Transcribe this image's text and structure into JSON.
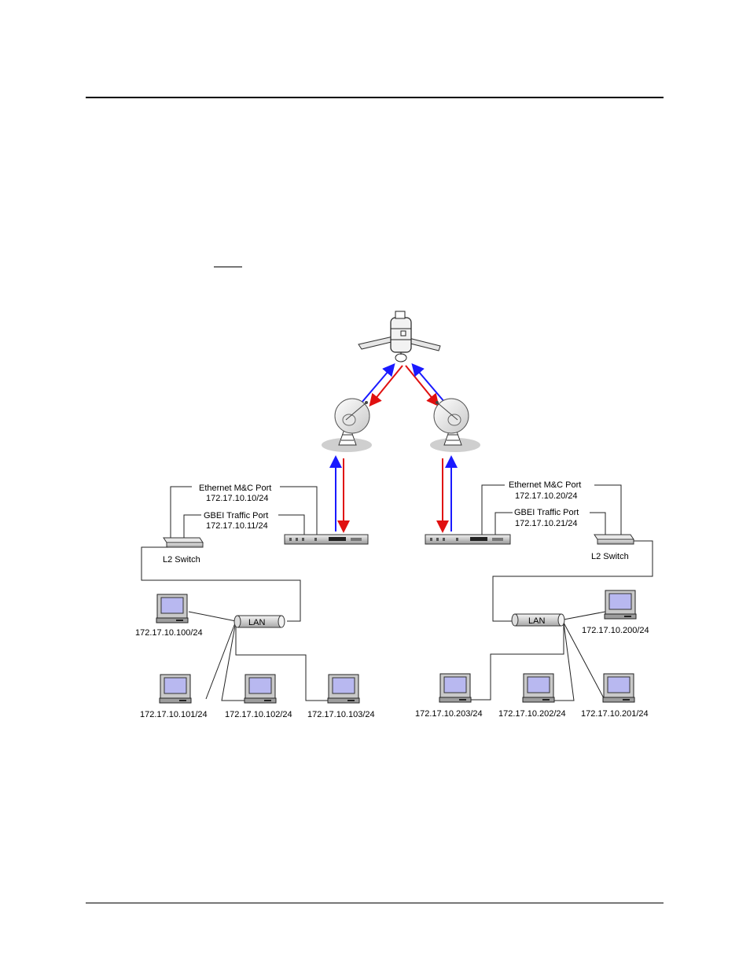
{
  "diagram": {
    "left_site": {
      "mc_port_label": "Ethernet M&C Port",
      "mc_port_ip": "172.17.10.10/24",
      "traffic_port_label": "GBEI Traffic Port",
      "traffic_port_ip": "172.17.10.11/24",
      "switch_label": "L2 Switch",
      "lan_label": "LAN",
      "hosts": [
        "172.17.10.100/24",
        "172.17.10.101/24",
        "172.17.10.102/24",
        "172.17.10.103/24"
      ]
    },
    "right_site": {
      "mc_port_label": "Ethernet M&C Port",
      "mc_port_ip": "172.17.10.20/24",
      "traffic_port_label": "GBEI Traffic Port",
      "traffic_port_ip": "172.17.10.21/24",
      "switch_label": "L2 Switch",
      "lan_label": "LAN",
      "hosts": [
        "172.17.10.200/24",
        "172.17.10.203/24",
        "172.17.10.202/24",
        "172.17.10.201/24"
      ]
    },
    "colors": {
      "uplink": "#1a1aff",
      "downlink": "#e01010",
      "screen": "#b8b8f0"
    }
  }
}
